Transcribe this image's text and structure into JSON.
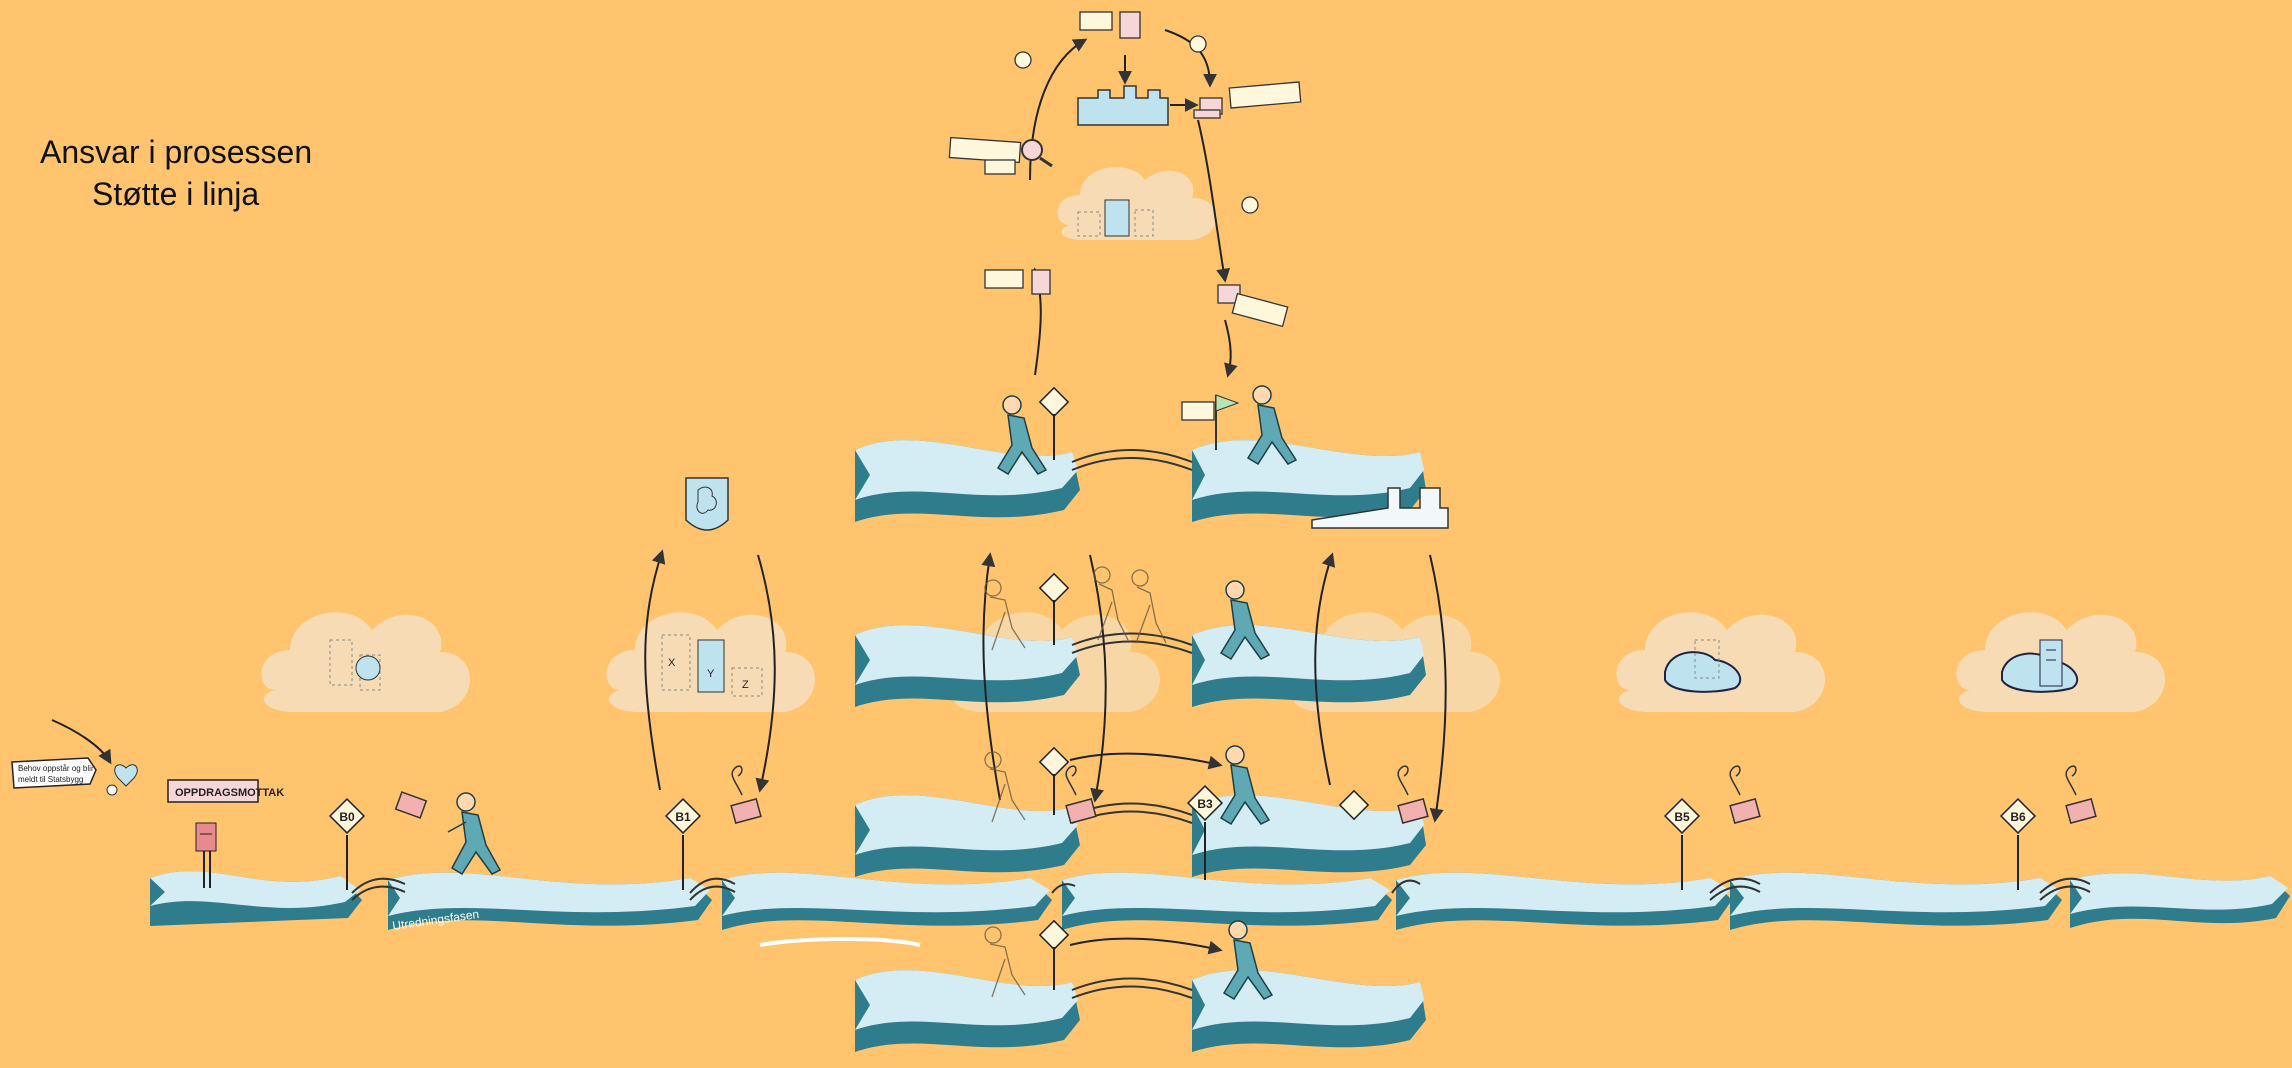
{
  "title": {
    "line1": "Ansvar i prosessen",
    "line2": "Støtte i linja"
  },
  "labels": {
    "need_tag_line1": "Behov oppstår og blir",
    "need_tag_line2": "meldt til Statsbygg",
    "mailbox_sign": "OPPDRAGSMOTTAK",
    "phase_label": "Utredningsfasen"
  },
  "milestones": [
    "B0",
    "B1",
    "B3",
    "B5",
    "B6"
  ],
  "icons": [
    "arrow-icon",
    "heart-hand-icon",
    "mailbox-icon",
    "envelope-icon",
    "runner-icon",
    "bridge-icon",
    "cloud-icon",
    "lion-crest-icon",
    "building-icon",
    "magnifier-icon",
    "document-icon",
    "flag-icon",
    "clock-icon"
  ],
  "colors": {
    "background": "#FFC46D",
    "platform_top": "#D4ECF3",
    "platform_side": "#2E7C8C",
    "cloud": "#F5DEBB",
    "envelope": "#F2B0AE"
  }
}
